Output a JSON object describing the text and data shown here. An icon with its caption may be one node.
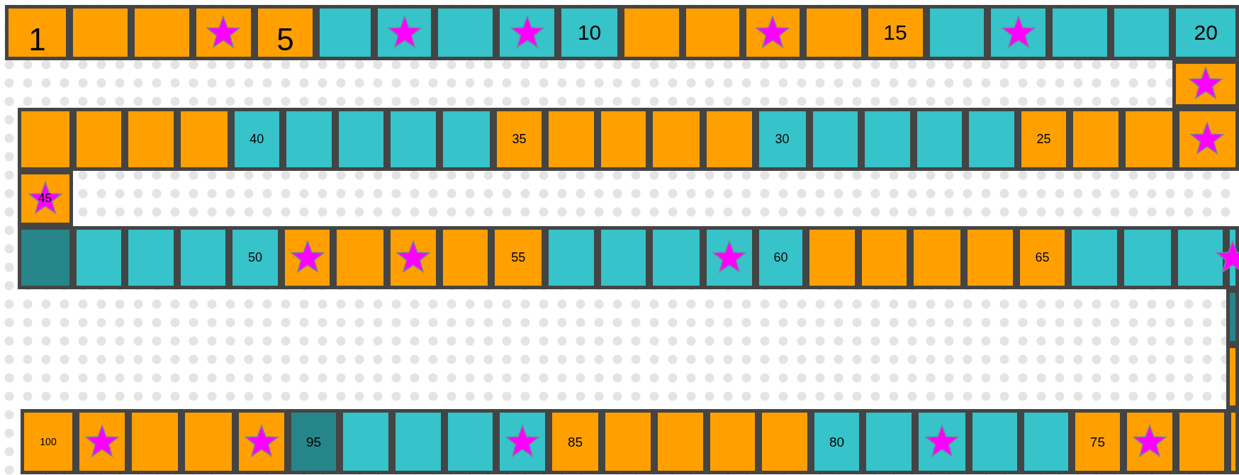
{
  "diagram": {
    "nodes": [
      {
        "text": [
          "1"
        ]
      },
      {
        "text": [],
        "shape": "box"
      },
      {
        "text": [],
        "shape": "box"
      },
      {
        "text": [],
        "shape": "box"
      },
      {
        "text": [
          "5"
        ]
      },
      {
        "text": [],
        "shape": "box"
      },
      {
        "text": [],
        "shape": "box"
      },
      {
        "text": [],
        "shape": "box"
      },
      {
        "text": [],
        "shape": "box"
      },
      {
        "text": [
          "10"
        ]
      },
      {
        "text": [],
        "shape": "box"
      },
      {
        "text": [],
        "shape": "box"
      },
      {
        "text": [],
        "shape": "box"
      },
      {
        "text": [],
        "shape": "box"
      },
      {
        "text": [
          "15"
        ]
      },
      {
        "text": [],
        "shape": "box"
      },
      {
        "text": [],
        "shape": "box"
      },
      {
        "text": [],
        "shape": "box"
      },
      {
        "text": [],
        "shape": "box"
      },
      {
        "text": [
          "20"
        ]
      },
      {
        "text": [],
        "shape": "box"
      },
      {
        "text": [],
        "shape": "box"
      },
      {
        "text": [],
        "shape": "box"
      },
      {
        "text": [],
        "shape": "box"
      },
      {
        "text": [],
        "shape": "box"
      },
      {
        "text": [
          "40"
        ]
      },
      {
        "text": [],
        "shape": "box"
      },
      {
        "text": [],
        "shape": "box"
      },
      {
        "text": [],
        "shape": "box"
      },
      {
        "text": [],
        "shape": "box"
      },
      {
        "text": [
          "35"
        ]
      },
      {
        "text": [],
        "shape": "box"
      },
      {
        "text": [],
        "shape": "box"
      },
      {
        "text": [],
        "shape": "box"
      },
      {
        "text": [],
        "shape": "box"
      },
      {
        "text": [
          "30"
        ]
      },
      {
        "text": [],
        "shape": "box"
      },
      {
        "text": [],
        "shape": "box"
      },
      {
        "text": [],
        "shape": "box"
      },
      {
        "text": [],
        "shape": "box"
      },
      {
        "text": [
          "25"
        ]
      },
      {
        "text": [],
        "shape": "box"
      },
      {
        "text": [],
        "shape": "box"
      },
      {
        "text": [],
        "shape": "box"
      },
      {
        "text": [
          "45"
        ]
      },
      {
        "text": [],
        "shape": "box"
      },
      {
        "text": [],
        "shape": "box"
      },
      {
        "text": [],
        "shape": "box"
      },
      {
        "text": [],
        "shape": "box"
      },
      {
        "text": [
          "50"
        ]
      },
      {
        "text": [],
        "shape": "box"
      },
      {
        "text": [],
        "shape": "box"
      },
      {
        "text": [],
        "shape": "box"
      },
      {
        "text": [],
        "shape": "box"
      },
      {
        "text": [
          "55"
        ]
      },
      {
        "text": [],
        "shape": "box"
      },
      {
        "text": [],
        "shape": "box"
      },
      {
        "text": [],
        "shape": "box"
      },
      {
        "text": [],
        "shape": "box"
      },
      {
        "text": [
          "60"
        ]
      },
      {
        "text": [],
        "shape": "box"
      },
      {
        "text": [],
        "shape": "box"
      },
      {
        "text": [],
        "shape": "box"
      },
      {
        "text": [],
        "shape": "box"
      },
      {
        "text": [
          "65"
        ]
      },
      {
        "text": [],
        "shape": "box"
      },
      {
        "text": [],
        "shape": "box"
      },
      {
        "text": [],
        "shape": "box"
      },
      {
        "text": [],
        "shape": "box"
      },
      {
        "text": [],
        "shape": "box"
      },
      {
        "text": [],
        "shape": "box"
      },
      {
        "text": [
          "100"
        ]
      },
      {
        "text": [],
        "shape": "box"
      },
      {
        "text": [],
        "shape": "box"
      },
      {
        "text": [],
        "shape": "box"
      },
      {
        "text": [],
        "shape": "box"
      },
      {
        "text": [
          "95"
        ]
      },
      {
        "text": [],
        "shape": "box"
      },
      {
        "text": [],
        "shape": "box"
      },
      {
        "text": [],
        "shape": "box"
      },
      {
        "text": [],
        "shape": "box"
      },
      {
        "text": [
          "85"
        ]
      },
      {
        "text": [],
        "shape": "box"
      },
      {
        "text": [],
        "shape": "box"
      },
      {
        "text": [],
        "shape": "box"
      },
      {
        "text": [],
        "shape": "box"
      },
      {
        "text": [
          "80"
        ]
      },
      {
        "text": [],
        "shape": "box"
      },
      {
        "text": [],
        "shape": "box"
      },
      {
        "text": [],
        "shape": "box"
      },
      {
        "text": [],
        "shape": "box"
      },
      {
        "text": [
          "75"
        ]
      },
      {
        "text": [],
        "shape": "box"
      },
      {
        "text": [],
        "shape": "box"
      },
      {
        "text": [],
        "shape": "box"
      }
    ]
  }
}
